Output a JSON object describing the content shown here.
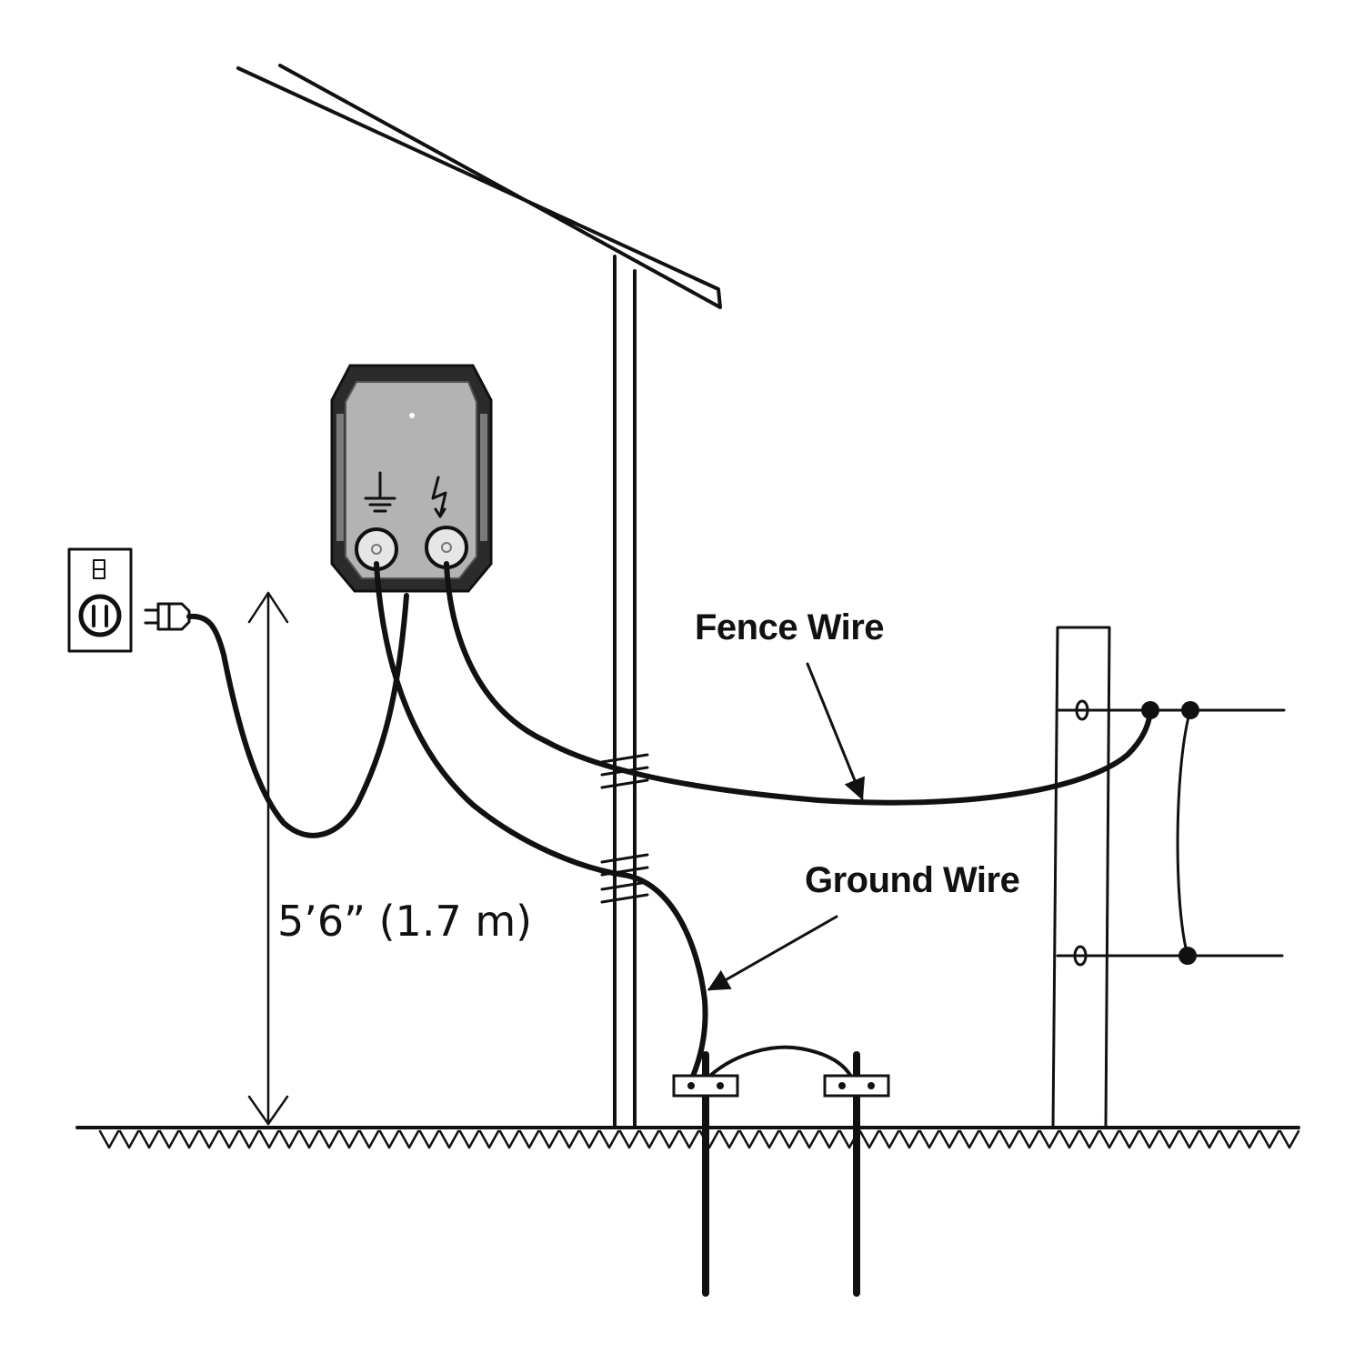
{
  "labels": {
    "fence_wire": "Fence Wire",
    "ground_wire": "Ground Wire",
    "height": "5’6” (1.7 m)"
  },
  "colors": {
    "ink": "#111111",
    "energizer_body": "#2b2b2b",
    "energizer_face": "#b3b3b3",
    "terminal": "#e6e6e6",
    "background": "#ffffff"
  },
  "icons": {
    "ground_terminal_symbol": "ground-icon",
    "live_terminal_symbol": "lightning-bolt-icon",
    "wall_outlet": "outlet-icon",
    "power_plug": "plug-icon"
  }
}
